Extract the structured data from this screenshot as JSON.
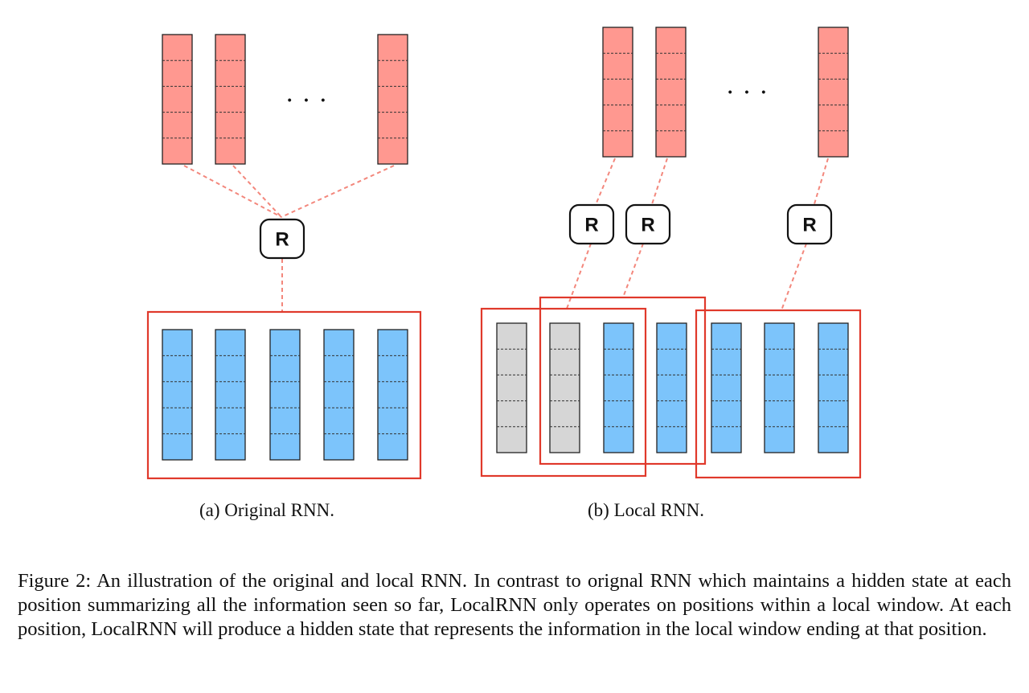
{
  "diagram": {
    "r_label": "R",
    "ellipsis": "· · ·"
  },
  "subcaptions": {
    "a": "(a)  Original RNN.",
    "b": "(b)  Local RNN."
  },
  "caption": "Figure 2: An illustration of the original and local RNN. In contrast to orignal RNN which maintains a hidden state at each position summarizing all the information seen so far, LocalRNN only operates on positions within a local window.  At each position, LocalRNN will produce a hidden state that represents the information in the local window ending at that position.",
  "colors": {
    "output_fill": "#ff9890",
    "input_fill": "#7cc4fb",
    "padding_fill": "#d6d6d6",
    "window_stroke": "#e0392b",
    "connector": "#f3877c"
  }
}
